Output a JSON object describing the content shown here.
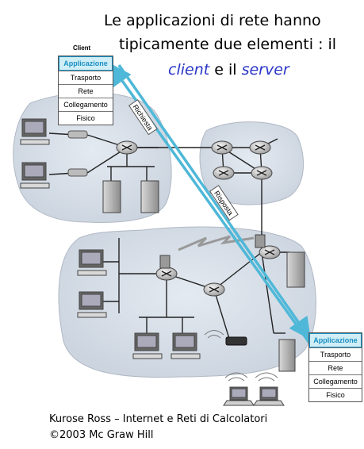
{
  "title": {
    "line1": "Le applicazioni di rete hanno",
    "line2": "tipicamente due elementi : il",
    "client_word": "client",
    "and_il": " e il ",
    "server_word": "server"
  },
  "client_stack": {
    "header": "Client",
    "layers": [
      "Applicazione",
      "Trasporto",
      "Rete",
      "Collegamento",
      "Fisico"
    ]
  },
  "server_stack": {
    "layers": [
      "Applicazione",
      "Trasporto",
      "Rete",
      "Collegamento",
      "Fisico"
    ]
  },
  "arrows": {
    "request_label": "Richiesta",
    "response_label": "Risposta"
  },
  "footer": {
    "line1": "Kurose Ross – Internet e Reti di Calcolatori",
    "line2": "©2003  Mc Graw Hill"
  },
  "colors": {
    "accent": "#1a8fc4",
    "arrow": "#4fb8d8",
    "network_cloud": "#d3dbe6",
    "title_highlight": "#2a36c8"
  }
}
